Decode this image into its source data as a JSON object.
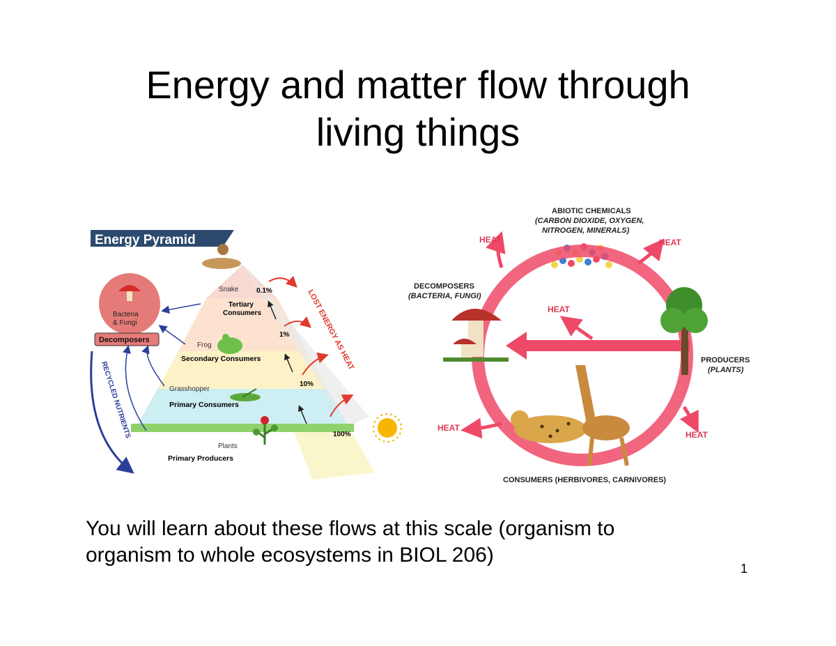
{
  "slide": {
    "title_line1": "Energy and matter flow through",
    "title_line2": "living things",
    "body_line1": "You will learn about these flows at this scale (organism to",
    "body_line2": "organism to whole ecosystems in BIOL 206)",
    "page_number": "1"
  },
  "pyramid": {
    "banner": "Energy Pyramid",
    "decomposer_circle_line1": "Bacteria",
    "decomposer_circle_line2": "& Fungi",
    "decomposers_label": "Decomposers",
    "recycled_label": "RECYCLED NUTRIENTS",
    "lost_label": "LOST ENERGY AS HEAT",
    "levels": [
      {
        "organism": "Snake",
        "name_line1": "Tertiary",
        "name_line2": "Consumers",
        "percent": "0.1%",
        "color": "#f7d9d2"
      },
      {
        "organism": "Frog",
        "name_line1": "Secondary Consumers",
        "name_line2": "",
        "percent": "1%",
        "color": "#fde3cf"
      },
      {
        "organism": "Grasshopper",
        "name_line1": "Primary Consumers",
        "name_line2": "",
        "percent": "10%",
        "color": "#fdf1c8"
      },
      {
        "organism": "Plants",
        "name_line1": "Primary Producers",
        "name_line2": "",
        "percent": "100%",
        "color": "#cdeef3"
      }
    ],
    "colors": {
      "banner": "#2c4a6e",
      "arrow_red": "#e03a2e",
      "arrow_blue": "#2a3f9b",
      "decomposer": "#e57b78"
    }
  },
  "cycle": {
    "abiotic_line1": "ABIOTIC CHEMICALS",
    "abiotic_line2": "(CARBON DIOXIDE, OXYGEN,",
    "abiotic_line3": "NITROGEN, MINERALS)",
    "decomposers_line1": "DECOMPOSERS",
    "decomposers_line2": "(BACTERIA, FUNGI)",
    "producers_line1": "PRODUCERS",
    "producers_line2": "(PLANTS)",
    "consumers_label": "CONSUMERS (HERBIVORES, CARNIVORES)",
    "heat_label": "HEAT",
    "colors": {
      "arrow": "#ee4a68",
      "label": "#222222",
      "heat": "#e03a55"
    }
  }
}
